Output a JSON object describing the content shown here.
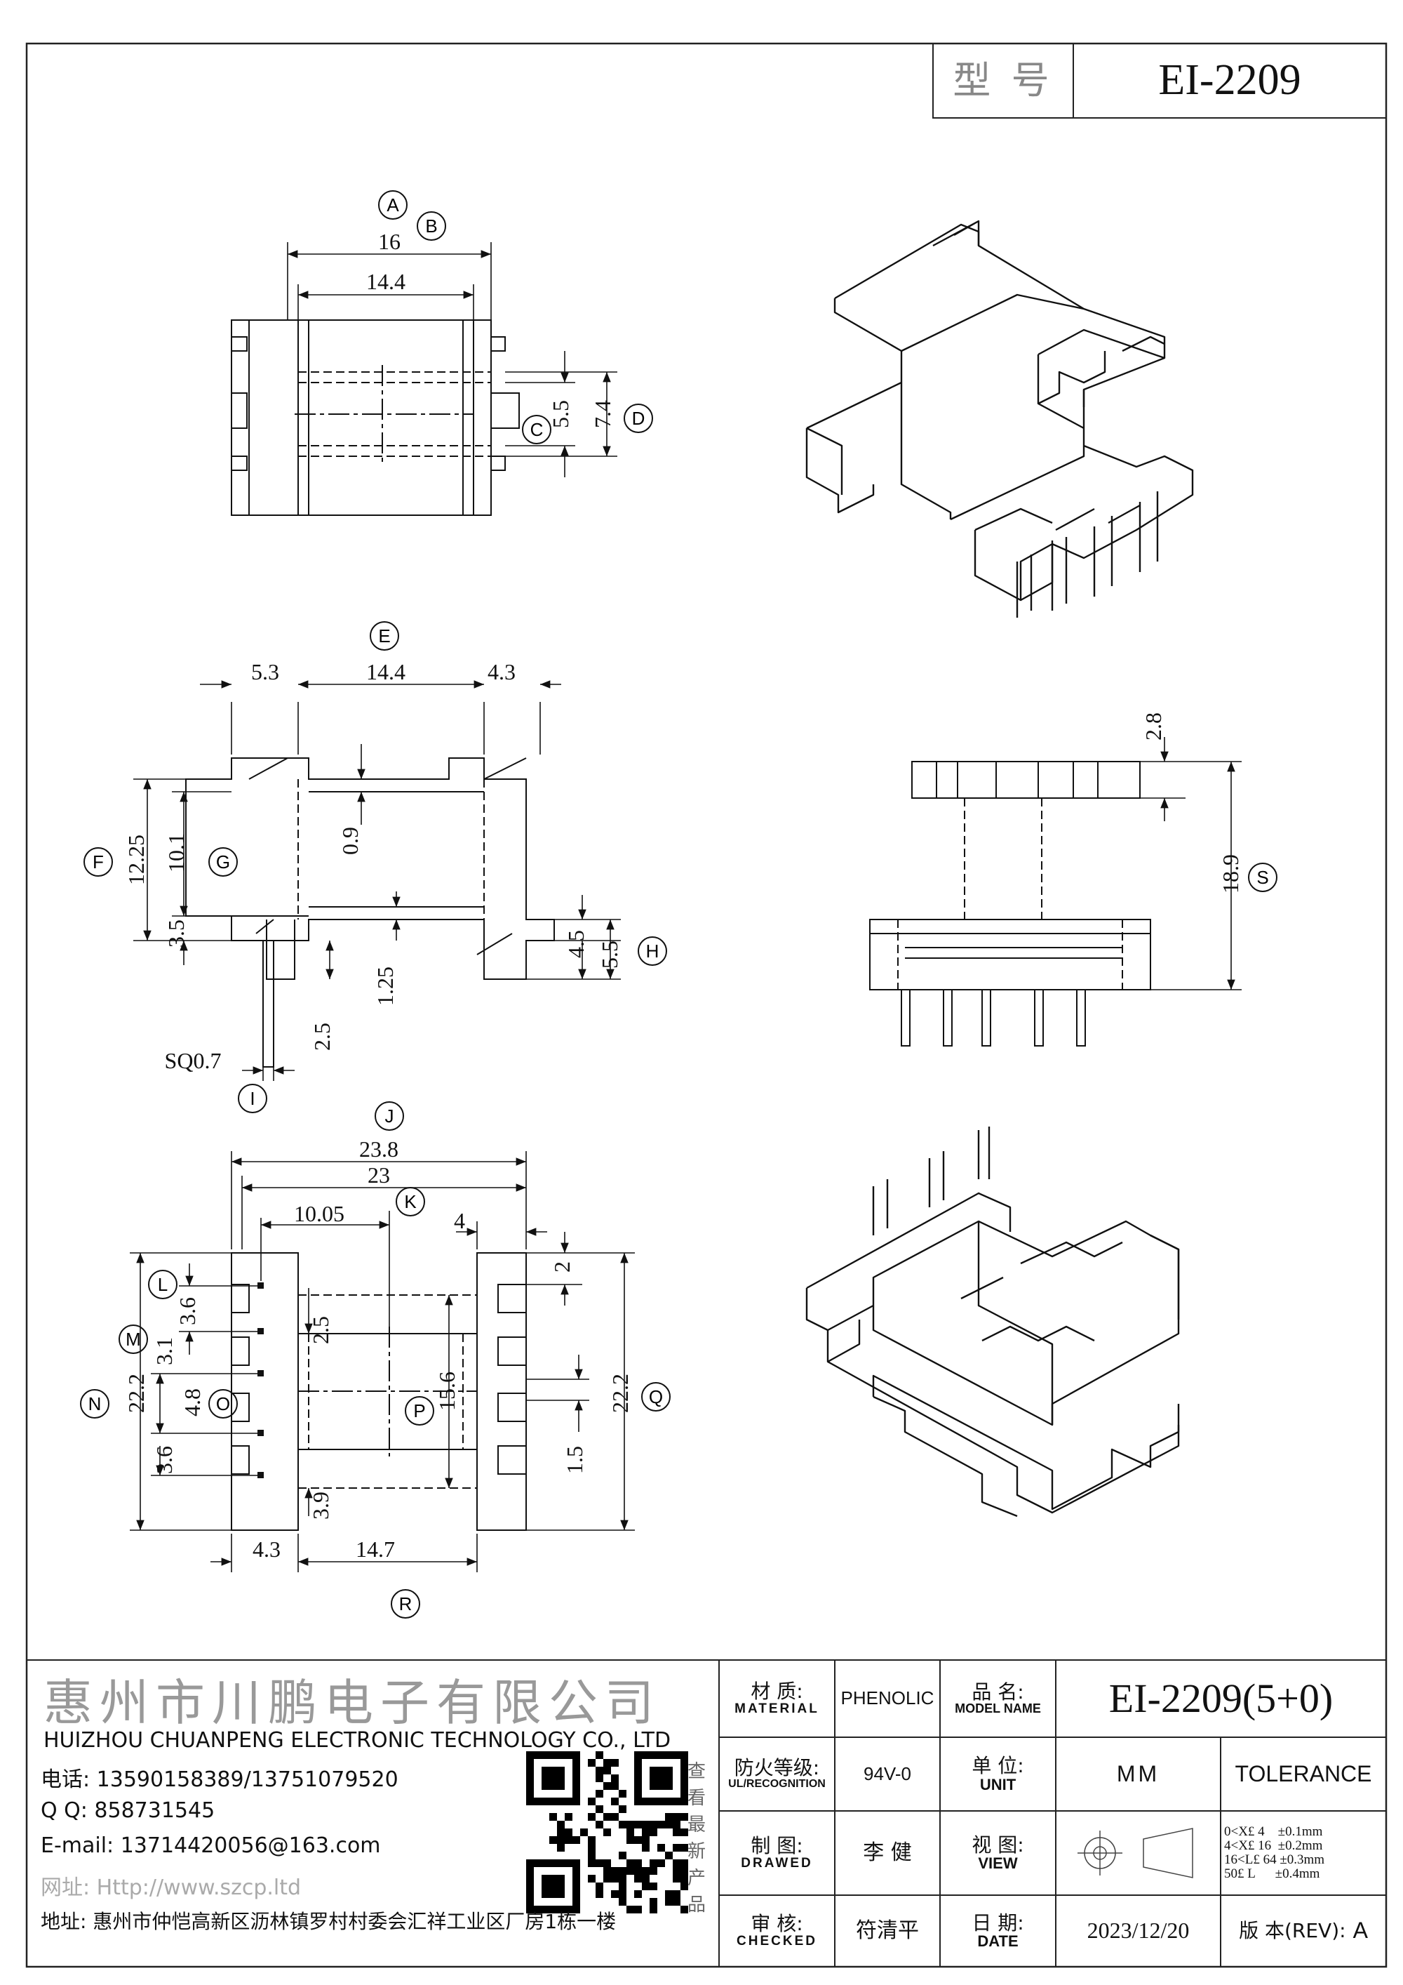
{
  "header": {
    "type_label": "型 号",
    "type_value": "EI-2209"
  },
  "top_view": {
    "dims": [
      "16",
      "14.4",
      "5.5",
      "7.4"
    ],
    "markers": [
      "A",
      "B",
      "C",
      "D"
    ]
  },
  "side_view": {
    "dims": [
      "5.3",
      "14.4",
      "4.3",
      "12.25",
      "10.1",
      "0.9",
      "3.5",
      "1.25",
      "2.5",
      "4.5",
      "5.5",
      "SQ0.7"
    ],
    "markers": [
      "E",
      "F",
      "G",
      "H",
      "I"
    ]
  },
  "end_view": {
    "dims": [
      "2.8",
      "18.9"
    ],
    "markers": [
      "S"
    ]
  },
  "bottom_view": {
    "dims": [
      "23.8",
      "23",
      "10.05",
      "4",
      "2",
      "3.6",
      "3.1",
      "2.5",
      "22.2",
      "4.8",
      "15.6",
      "3.6",
      "1.5",
      "22.2",
      "3.9",
      "4.3",
      "14.7"
    ],
    "markers": [
      "J",
      "K",
      "L",
      "M",
      "N",
      "O",
      "P",
      "Q",
      "R"
    ]
  },
  "company": {
    "name_cn": "惠州市川鹏电子有限公司",
    "name_en": "HUIZHOU CHUANPENG ELECTRONIC TECHNOLOGY CO., LTD",
    "phone": "电话: 13590158389/13751079520",
    "qq": "Q Q:  858731545",
    "email": "E-mail: 13714420056@163.com",
    "website": "网址: Http://www.szcp.ltd",
    "address": "地址: 惠州市仲恺高新区沥林镇罗村村委会汇祥工业区厂房1栋一楼",
    "qr_caption": "查看最新产品"
  },
  "title_block": {
    "material_label_cn": "材 质:",
    "material_label_en": "MATERIAL",
    "material_value": "PHENOLIC",
    "model_label_cn": "品 名:",
    "model_label_en": "MODEL NAME",
    "model_value": "EI-2209(5+0)",
    "fire_label_cn": "防火等级:",
    "fire_label_en": "UL/RECOGNITION",
    "fire_value": "94V-0",
    "unit_label_cn": "单 位:",
    "unit_label_en": "UNIT",
    "unit_value": "MM",
    "tolerance_label": "TOLERANCE",
    "drawn_label_cn": "制 图:",
    "drawn_label_en": "DRAWED",
    "drawn_value": "李 健",
    "view_label_cn": "视 图:",
    "view_label_en": "VIEW",
    "tolerances": [
      "0<X£ 4    ±0.1mm",
      "4<X£ 16  ±0.2mm",
      "16<L£ 64 ±0.3mm",
      "50£ L      ±0.4mm"
    ],
    "checked_label_cn": "审 核:",
    "checked_label_en": "CHECKED",
    "checked_value": "符清平",
    "date_label_cn": "日 期:",
    "date_label_en": "DATE",
    "date_value": "2023/12/20",
    "rev_label": "版 本(REV):",
    "rev_value": "A"
  }
}
